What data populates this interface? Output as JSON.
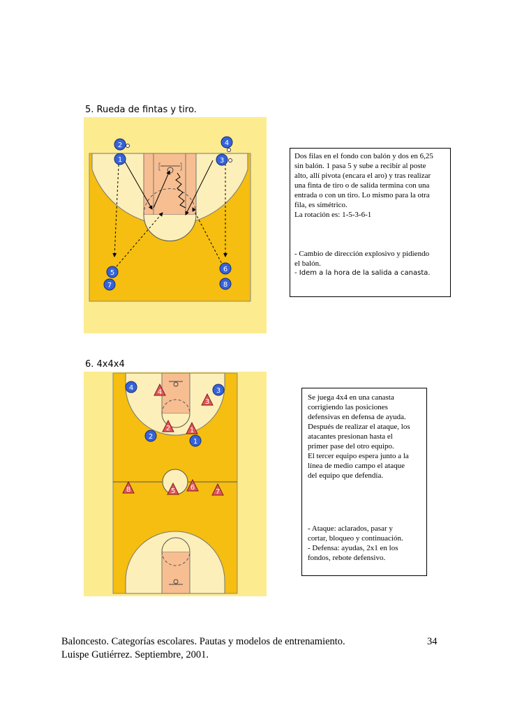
{
  "section5": {
    "heading": "5.  Rueda de fintas y tiro.",
    "player_labels": [
      "2",
      "1",
      "4",
      "3",
      "5",
      "7",
      "6",
      "8"
    ],
    "box_lines": [
      "Dos filas en el fondo con balón y dos en 6,25",
      "sin balón. 1 pasa 5 y sube a recibir al poste",
      "alto, allí pivota (encara el aro) y tras realizar",
      "una finta de tiro o de salida termina con una",
      "entrada o con un tiro. Lo mismo para la otra",
      "fila, es simétrico.",
      "La rotación es: 1-5-3-6-1"
    ],
    "box_points": [
      "- Cambio de dirección explosivo y pidiendo",
      "el balón.",
      "- Idem a la hora de la salida a canasta."
    ]
  },
  "section6": {
    "heading": "6.  4x4x4",
    "attack_labels": [
      "4",
      "3",
      "2",
      "1"
    ],
    "defense_labels": [
      "4",
      "3",
      "2",
      "1",
      "8",
      "5",
      "6",
      "7"
    ],
    "box_lines": [
      "Se juega 4x4 en una canasta",
      "corrigiendo las posiciones",
      "defensivas en defensa de ayuda.",
      "Después de realizar el ataque, los",
      "atacantes presionan hasta el",
      "primer pase del otro equipo.",
      "El tercer equipo espera junto a la",
      "línea de medio campo el ataque",
      "del equipo que defendía."
    ],
    "box_points": [
      "- Ataque: aclarados, pasar y",
      "cortar, bloqueo y continuación.",
      "- Defensa: ayudas, 2x1 en los",
      "fondos, rebote defensivo."
    ]
  },
  "footer": {
    "line1": "Baloncesto. Categorías escolares. Pautas y modelos de entrenamiento.",
    "page_number": "34",
    "line2": "Luispe Gutiérrez. Septiembre, 2001."
  },
  "colors": {
    "court_outer": "#FDEB8F",
    "court_main": "#F5BE10",
    "court_light": "#FDEFB9",
    "paint": "#F7BE92",
    "player_blue": "#3563D9",
    "defender_red": "#E45757"
  }
}
